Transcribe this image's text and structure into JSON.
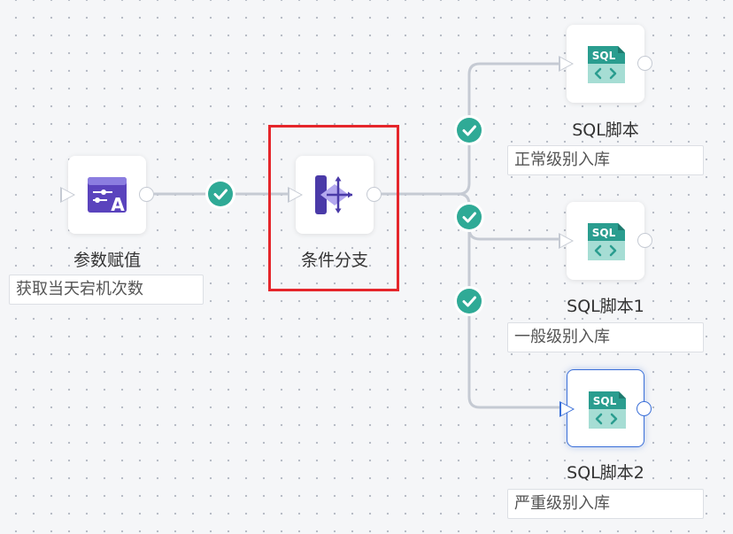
{
  "nodes": {
    "param": {
      "label": "参数赋值",
      "desc": "获取当天宕机次数",
      "icon": "param-assign-icon"
    },
    "cond": {
      "label": "条件分支",
      "icon": "condition-branch-icon"
    },
    "sql0": {
      "label": "SQL脚本",
      "desc": "正常级别入库",
      "icon": "sql-script-icon",
      "tag": "SQL"
    },
    "sql1": {
      "label": "SQL脚本1",
      "desc": "一般级别入库",
      "icon": "sql-script-icon",
      "tag": "SQL"
    },
    "sql2": {
      "label": "SQL脚本2",
      "desc": "严重级别入库",
      "icon": "sql-script-icon",
      "tag": "SQL"
    }
  },
  "colors": {
    "edge": "#c5cad3",
    "check": "#2faa96",
    "selected": "#3a6fd8",
    "highlight": "#e5262b",
    "sql_teal": "#2a9d8f",
    "param_purple": "#5a43bd"
  }
}
